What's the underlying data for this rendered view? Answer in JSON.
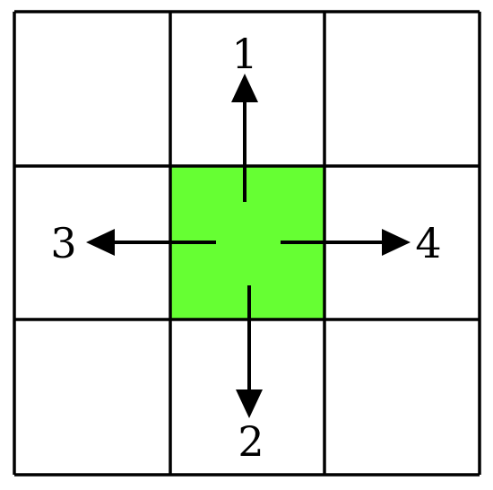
{
  "grid": {
    "rows": 3,
    "cols": 3,
    "center_cell": {
      "row": 1,
      "col": 1
    },
    "colors": {
      "center_fill": "#66ff33",
      "cell_fill": "#ffffff",
      "line": "#000000"
    }
  },
  "directions": [
    {
      "label": "1",
      "direction": "up"
    },
    {
      "label": "2",
      "direction": "down"
    },
    {
      "label": "3",
      "direction": "left"
    },
    {
      "label": "4",
      "direction": "right"
    }
  ]
}
